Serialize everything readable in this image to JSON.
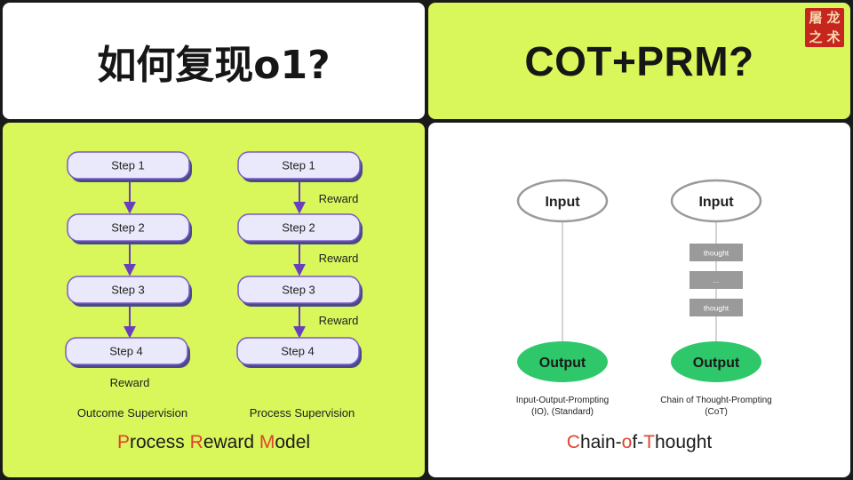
{
  "top_left": {
    "title": "如何复现o1?"
  },
  "top_right": {
    "title": "COT+PRM?",
    "seal_text": [
      "屠",
      "龙",
      "之",
      "术"
    ]
  },
  "prm": {
    "outcome": {
      "steps": [
        "Step 1",
        "Step 2",
        "Step 3",
        "Step 4"
      ],
      "reward": "Reward",
      "label": "Outcome Supervision"
    },
    "process": {
      "steps": [
        "Step 1",
        "Step 2",
        "Step 3",
        "Step 4"
      ],
      "rewards": [
        "Reward",
        "Reward",
        "Reward"
      ],
      "label": "Process Supervision"
    },
    "caption": [
      {
        "text": "P",
        "hl": true
      },
      {
        "text": "rocess ",
        "hl": false
      },
      {
        "text": "R",
        "hl": true
      },
      {
        "text": "eward ",
        "hl": false
      },
      {
        "text": "M",
        "hl": true
      },
      {
        "text": "odel",
        "hl": false
      }
    ]
  },
  "cot": {
    "io": {
      "input": "Input",
      "output": "Output",
      "label_lines": [
        "Input-Output-Prompting",
        "(IO), (Standard)"
      ]
    },
    "chain": {
      "input": "Input",
      "thoughts": [
        "thought",
        "...",
        "thought"
      ],
      "output": "Output",
      "label_lines": [
        "Chain of Thought-Prompting",
        "(CoT)"
      ]
    },
    "caption": [
      {
        "text": "C",
        "hl": true
      },
      {
        "text": "hain-",
        "hl": false
      },
      {
        "text": "o",
        "hl": true
      },
      {
        "text": "f-",
        "hl": false
      },
      {
        "text": "T",
        "hl": true
      },
      {
        "text": "hought",
        "hl": false
      }
    ]
  },
  "colors": {
    "lime": "#d9f65b",
    "step_fill": "#e9e9fb",
    "step_border": "#7b5cc8",
    "arrow": "#6a3fbd",
    "output_green": "#2ec86a",
    "thought_gray": "#9a9a9a",
    "accent_red": "#e0422d"
  }
}
